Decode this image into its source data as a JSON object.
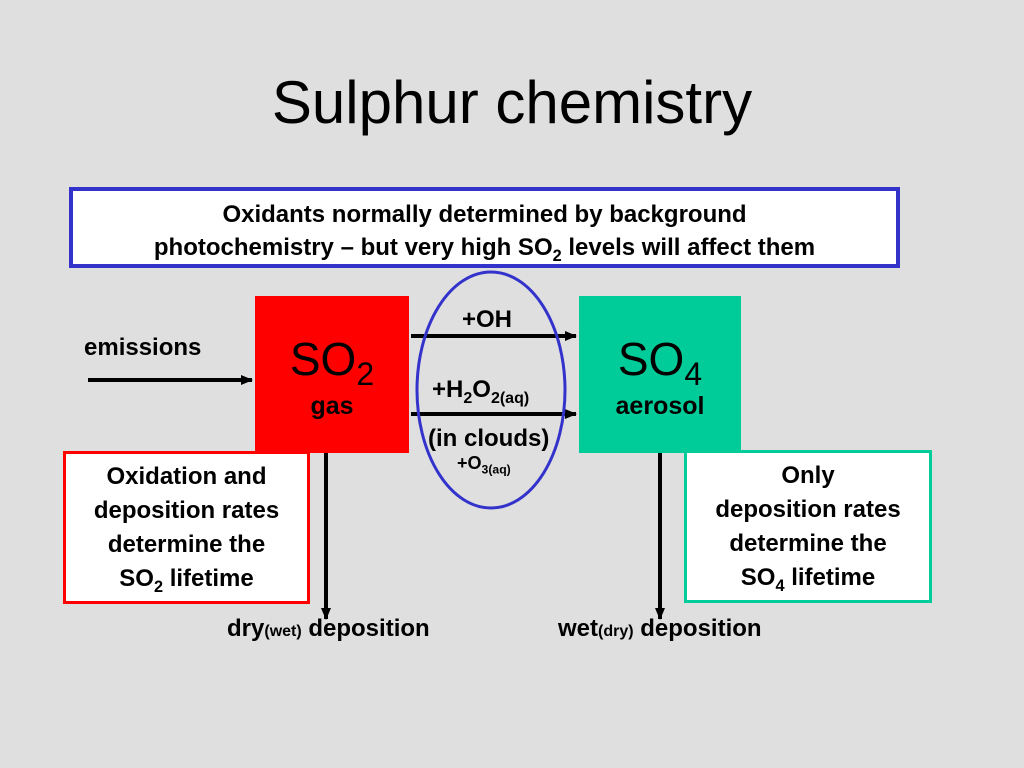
{
  "title": "Sulphur chemistry",
  "note": {
    "line1": "Oxidants normally determined by background",
    "line2_pre": "photochemistry – but very high SO",
    "line2_sub": "2",
    "line2_post": " levels will affect them"
  },
  "emissions": "emissions",
  "so2": {
    "base": "SO",
    "sub": "2",
    "phase": "gas"
  },
  "so4": {
    "base": "SO",
    "sub": "4",
    "phase": "aerosol"
  },
  "pathways": {
    "oh": "+OH",
    "h2o2_pre": "+H",
    "h2o2_sub1": "2",
    "h2o2_mid": "O",
    "h2o2_sub2": "2(aq)",
    "in_clouds": "(in clouds)",
    "o3_pre": "+O",
    "o3_sub": "3(aq)"
  },
  "so2_info": {
    "line1": "Oxidation and",
    "line2": "deposition rates",
    "line3": "determine the",
    "line4_pre": "SO",
    "line4_sub": "2",
    "line4_post": " lifetime"
  },
  "so4_info": {
    "line1": "Only",
    "line2": "deposition rates",
    "line3": "determine the",
    "line4_pre": "SO",
    "line4_sub": "4",
    "line4_post": " lifetime"
  },
  "deposition_left": {
    "main": "dry",
    "sub": "(wet)",
    "tail": " deposition"
  },
  "deposition_right": {
    "main": "wet",
    "sub": "(dry)",
    "tail": " deposition"
  },
  "colors": {
    "background": "#dfdfdf",
    "so2_box": "#ff0000",
    "so4_box": "#00cc99",
    "note_border": "#3333cc",
    "ellipse": "#3333cc"
  }
}
